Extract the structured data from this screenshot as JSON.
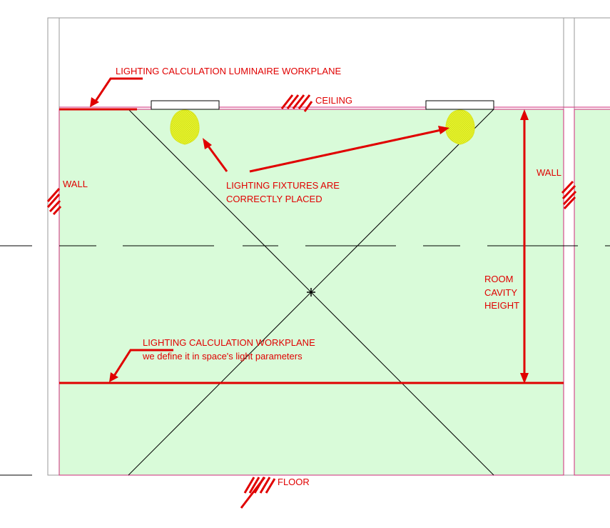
{
  "colors": {
    "annotation": "#e00000",
    "room_fill": "#d9fbd9",
    "room_border": "#d0287a",
    "fixture": "#e9f52c",
    "outline": "#9a9a9a",
    "line": "#000000"
  },
  "labels": {
    "luminaire_workplane": "LIGHTING CALCULATION LUMINAIRE WORKPLANE",
    "ceiling": "CEILING",
    "wall_left": "WALL",
    "wall_right": "WALL",
    "fixtures_line1": "LIGHTING FIXTURES ARE",
    "fixtures_line2": "CORRECTLY PLACED",
    "room_cavity_1": "ROOM",
    "room_cavity_2": "CAVITY",
    "room_cavity_3": "HEIGHT",
    "workplane_line1": "LIGHTING CALCULATION WORKPLANE",
    "workplane_line2": "we define it in space's light parameters",
    "floor": "FLOOR"
  },
  "icons": [
    "hatch-ceiling-icon",
    "hatch-wall-left-icon",
    "hatch-wall-right-icon",
    "hatch-floor-icon",
    "light-fixture-icon",
    "center-crosshair-icon"
  ]
}
